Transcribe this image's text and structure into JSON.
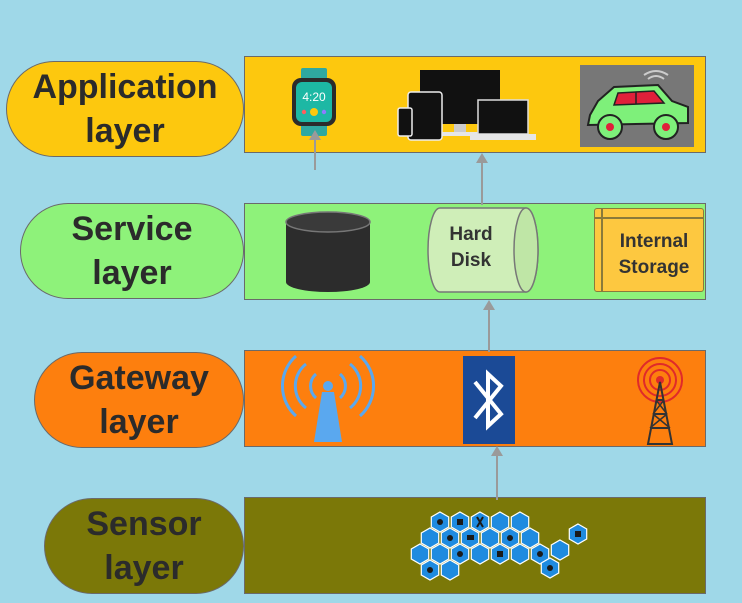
{
  "layers": {
    "application": {
      "line1": "Application",
      "line2": "layer",
      "color": "#fdc80e"
    },
    "service": {
      "line1": "Service",
      "line2": "layer",
      "color": "#8ef27a"
    },
    "gateway": {
      "line1": "Gateway",
      "line2": "layer",
      "color": "#fd7f0e"
    },
    "sensor": {
      "line1": "Sensor",
      "line2": "layer",
      "color": "#7b7808"
    }
  },
  "application_panel": {
    "watch_time": "4:20"
  },
  "service_panel": {
    "hard_disk_line1": "Hard",
    "hard_disk_line2": "Disk",
    "internal_line1": "Internal",
    "internal_line2": "Storage"
  }
}
